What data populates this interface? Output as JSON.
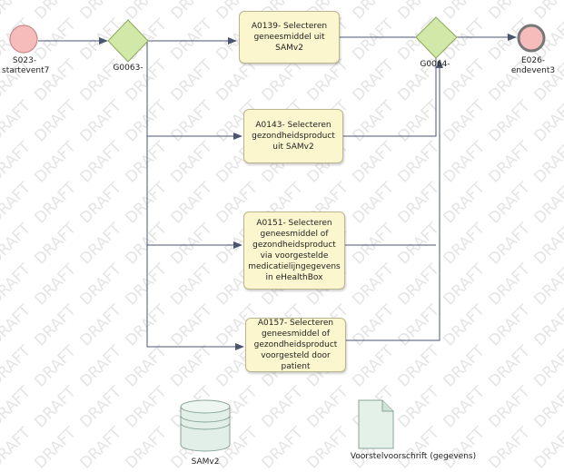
{
  "watermark": "DRAFT",
  "colors": {
    "start_fill": "#f6bcbc",
    "start_stroke": "#c98a8a",
    "end_fill": "#f6bcbc",
    "end_stroke": "#777777",
    "gateway_fill": "#d2e8a8",
    "gateway_stroke": "#8da85a",
    "task_fill": "#fbf6cd",
    "connector": "#4a5670"
  },
  "events": {
    "start": {
      "label": "S023-\nstartevent7"
    },
    "end": {
      "label": "E026-\nendevent3"
    }
  },
  "gateways": {
    "split": {
      "label": "G0063-"
    },
    "join": {
      "label": "G0064-"
    }
  },
  "tasks": [
    {
      "label": "A0139- Selecteren geneesmiddel uit SAMv2"
    },
    {
      "label": "A0143- Selecteren gezondheidsproduct uit SAMv2"
    },
    {
      "label": "A0151- Selecteren geneesmiddel of gezondheidsproduct via voorgestelde medicatielijngegevens in eHealthBox"
    },
    {
      "label": "A0157- Selecteren geneesmiddel of gezondheidsproduct voorgesteld door patient"
    }
  ],
  "artifacts": {
    "datastore": {
      "label": "SAMv2",
      "icon": "database-icon"
    },
    "dataobject": {
      "label": "Voorstelvoorschrift (gegevens)",
      "icon": "document-icon"
    }
  }
}
